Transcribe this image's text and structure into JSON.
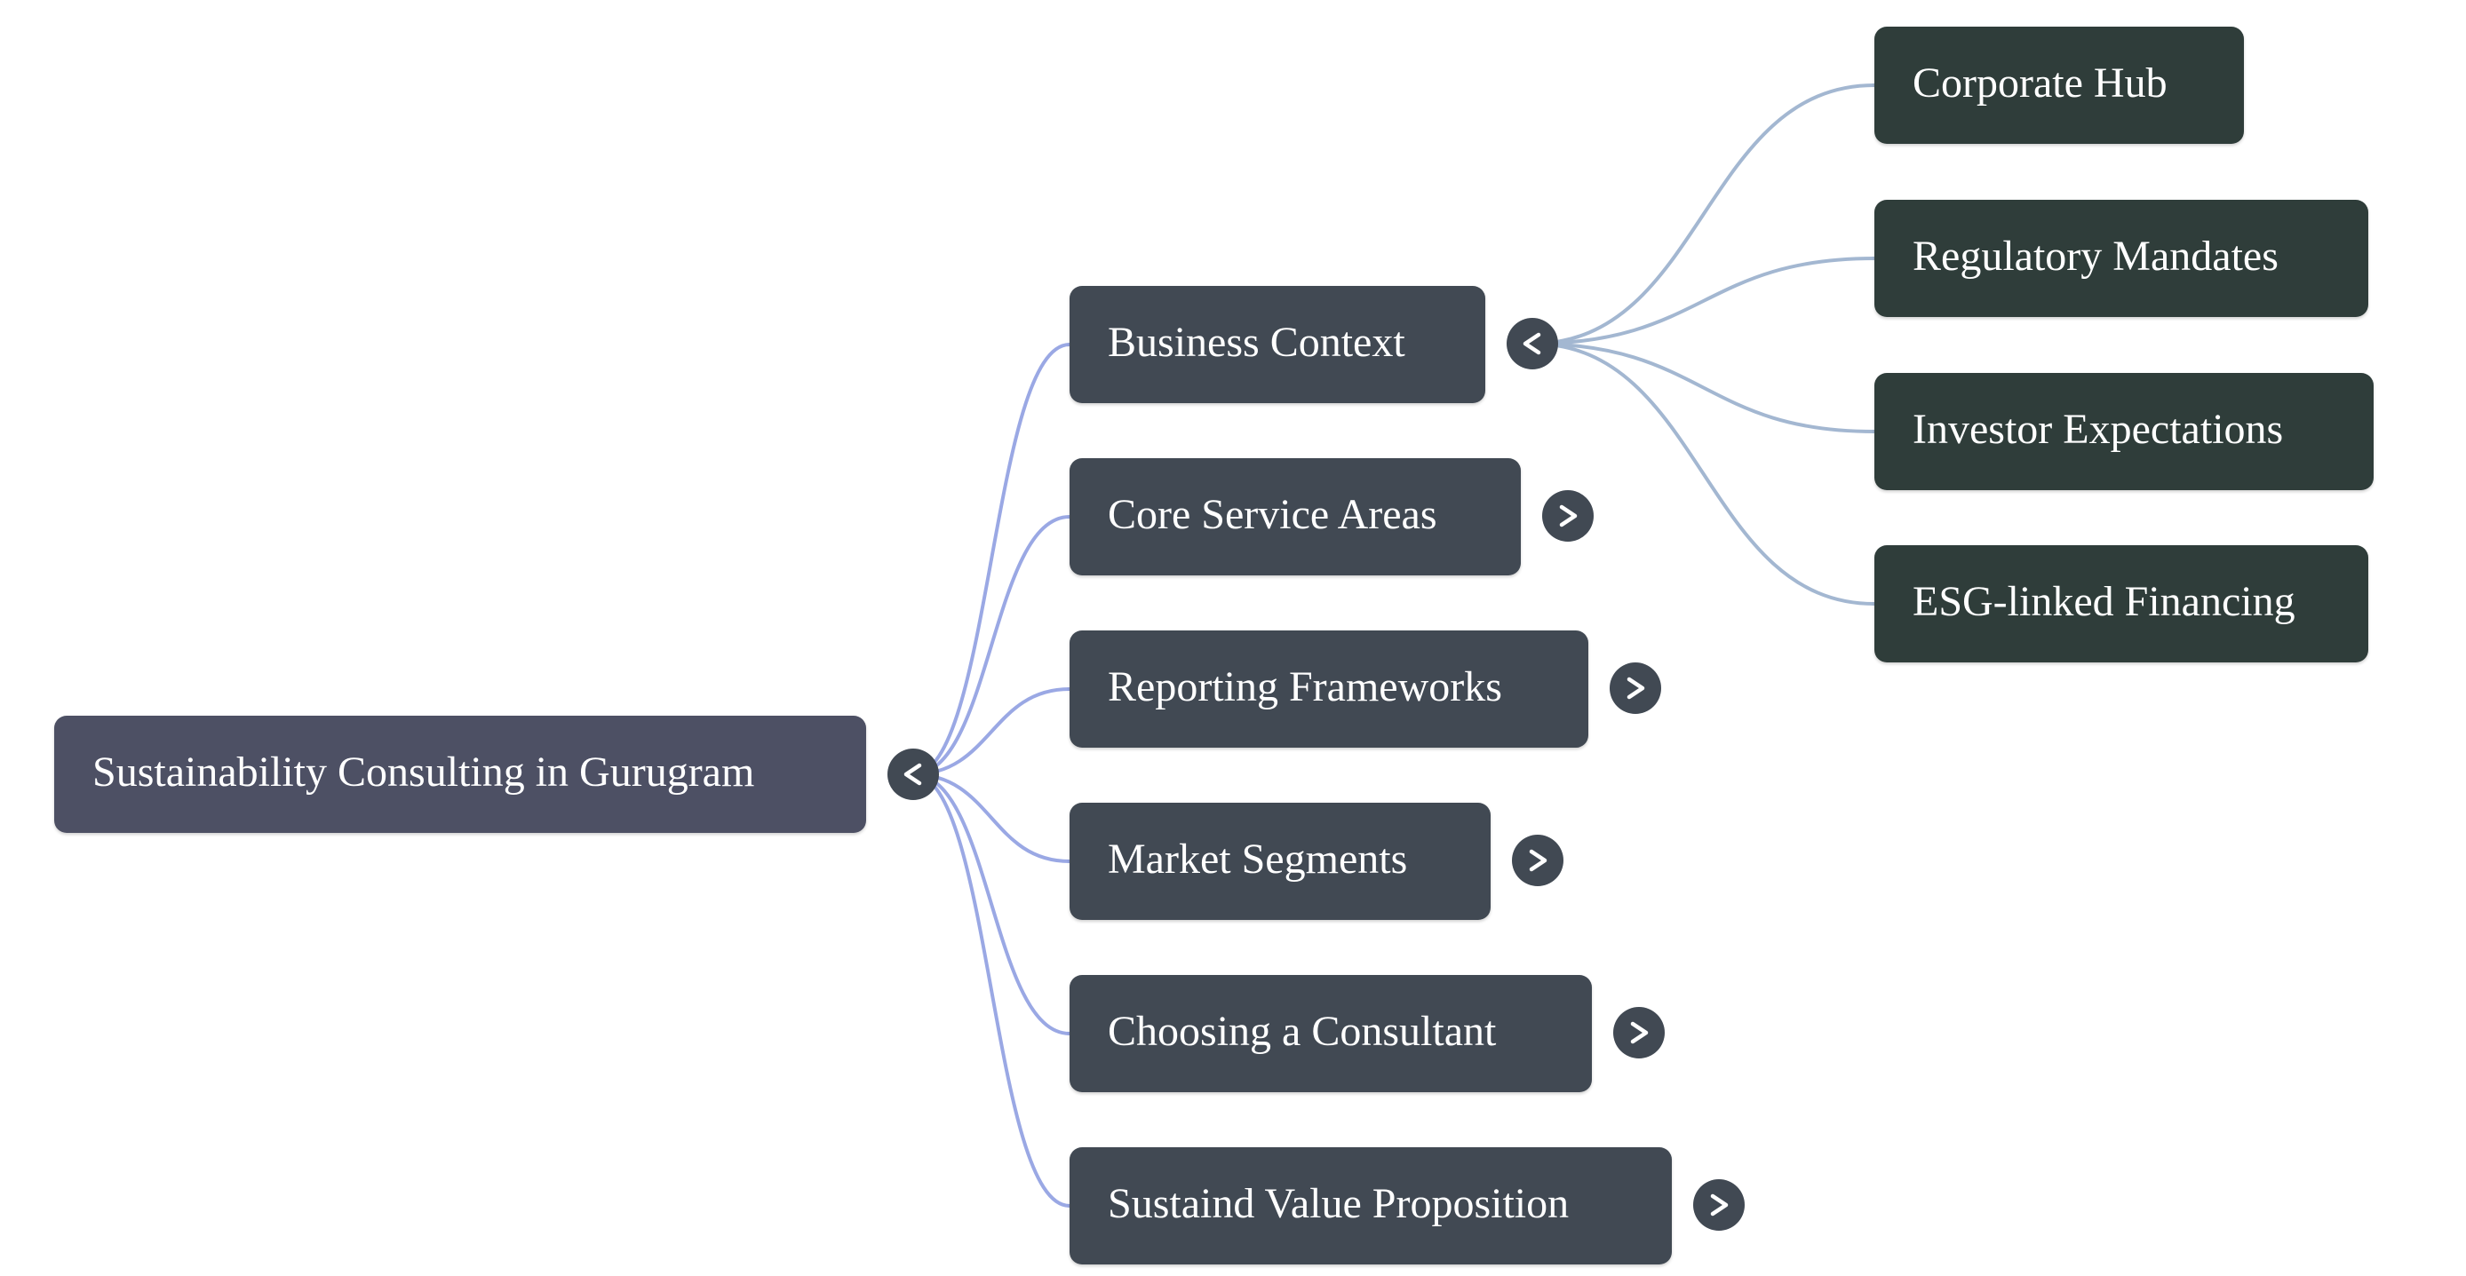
{
  "colors": {
    "root_node": "#4d5064",
    "level1_node": "#414953",
    "level2_node": "#2f3d3a",
    "toggle": "#414953",
    "edge_root": "#9aa8e4",
    "edge_level2": "#a3b7d1"
  },
  "mindmap": {
    "root": {
      "label": "Sustainability Consulting in Gurugram",
      "toggle_icon": "collapse-chevron-left-icon",
      "children": [
        {
          "label": "Business Context",
          "expanded": true,
          "toggle_icon": "collapse-chevron-left-icon",
          "children": [
            {
              "label": "Corporate Hub"
            },
            {
              "label": "Regulatory Mandates"
            },
            {
              "label": "Investor Expectations"
            },
            {
              "label": "ESG-linked Financing"
            }
          ]
        },
        {
          "label": "Core Service Areas",
          "expanded": false,
          "toggle_icon": "expand-chevron-right-icon"
        },
        {
          "label": "Reporting Frameworks",
          "expanded": false,
          "toggle_icon": "expand-chevron-right-icon"
        },
        {
          "label": "Market Segments",
          "expanded": false,
          "toggle_icon": "expand-chevron-right-icon"
        },
        {
          "label": "Choosing a Consultant",
          "expanded": false,
          "toggle_icon": "expand-chevron-right-icon"
        },
        {
          "label": "Sustaind Value Proposition",
          "expanded": false,
          "toggle_icon": "expand-chevron-right-icon"
        }
      ]
    }
  }
}
